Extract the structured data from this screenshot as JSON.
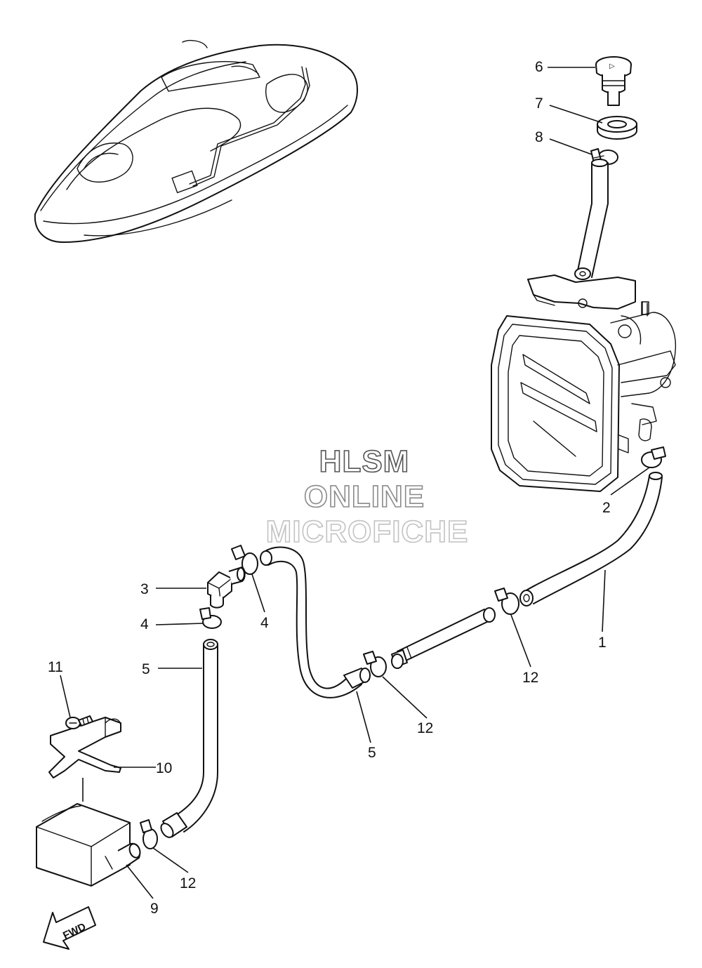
{
  "watermark": {
    "line1": "HLSM",
    "line2": "ONLINE",
    "line3": "MICROFICHE",
    "colors": [
      "#555555",
      "#8a8a8a",
      "#c2c2c2"
    ]
  },
  "callouts": {
    "c1": "1",
    "c2": "2",
    "c3": "3",
    "c4a": "4",
    "c4b": "4",
    "c5a": "5",
    "c5b": "5",
    "c6": "6",
    "c7": "7",
    "c8": "8",
    "c9": "9",
    "c10": "10",
    "c11": "11",
    "c12a": "12",
    "c12b": "12",
    "c12c": "12"
  },
  "fwd_label": "FWD"
}
